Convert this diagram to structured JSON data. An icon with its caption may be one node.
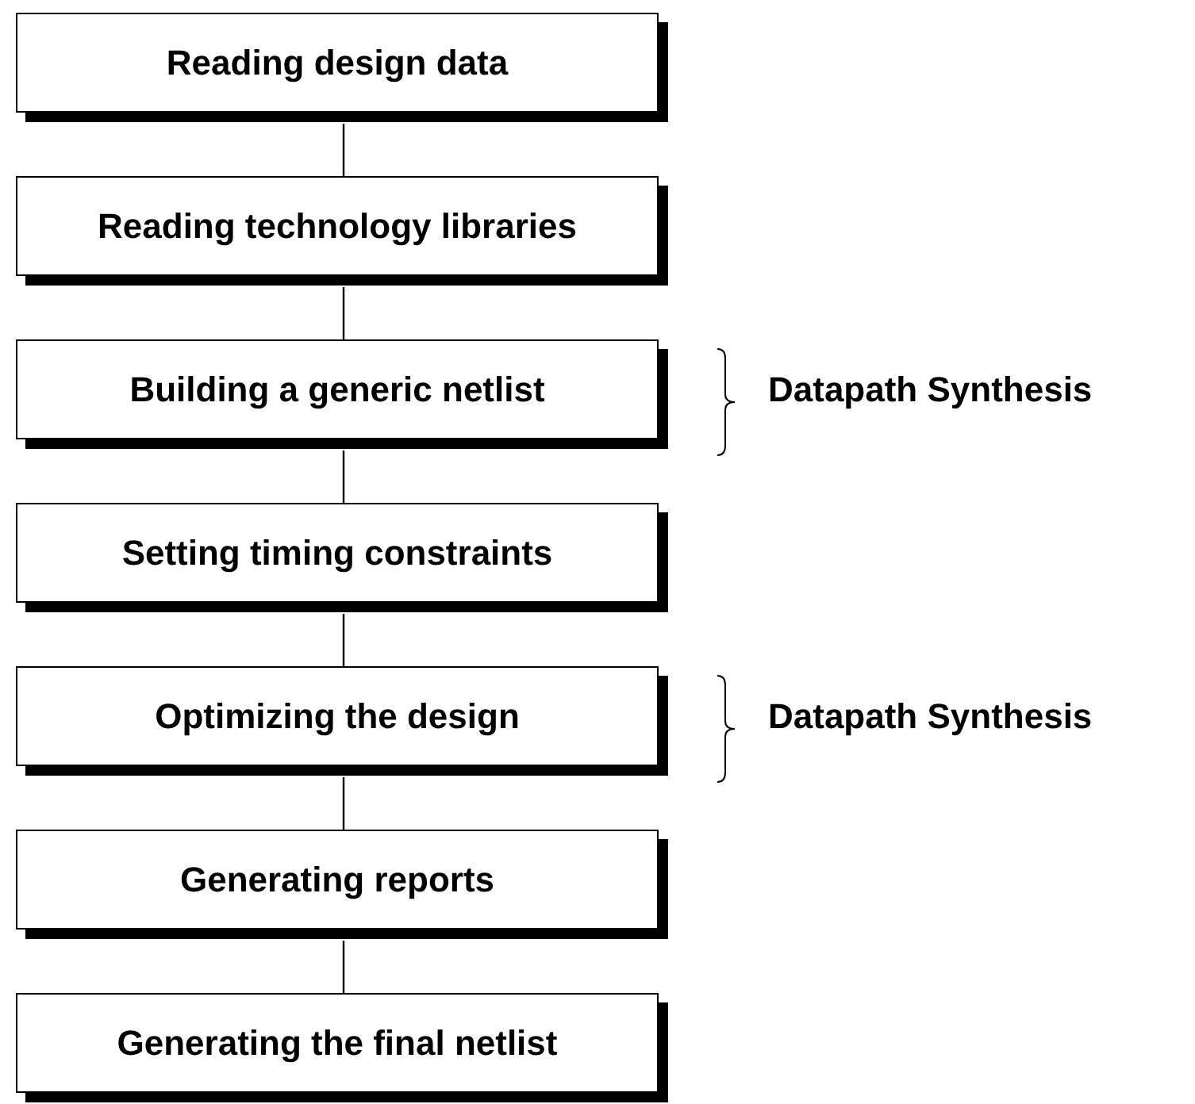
{
  "diagram": {
    "nodes": [
      {
        "text": [
          "Reading design data"
        ]
      },
      {
        "text": [
          "Reading technology libraries"
        ]
      },
      {
        "text": [
          "Building a generic netlist"
        ],
        "beside": [
          "Datapath Synthesis"
        ]
      },
      {
        "text": [
          "Setting timing constraints"
        ]
      },
      {
        "text": [
          "Optimizing the design"
        ],
        "beside": [
          "Datapath Synthesis"
        ]
      },
      {
        "text": [
          "Generating reports"
        ]
      },
      {
        "text": [
          "Generating the final netlist"
        ]
      }
    ],
    "edges": [
      {
        "from": 0,
        "to": 1,
        "arrow": "none"
      },
      {
        "from": 1,
        "to": 2,
        "arrow": "none"
      },
      {
        "from": 2,
        "to": 3,
        "arrow": "none"
      },
      {
        "from": 3,
        "to": 4,
        "arrow": "none"
      },
      {
        "from": 4,
        "to": 5,
        "arrow": "none"
      },
      {
        "from": 5,
        "to": 6,
        "arrow": "none"
      }
    ]
  }
}
